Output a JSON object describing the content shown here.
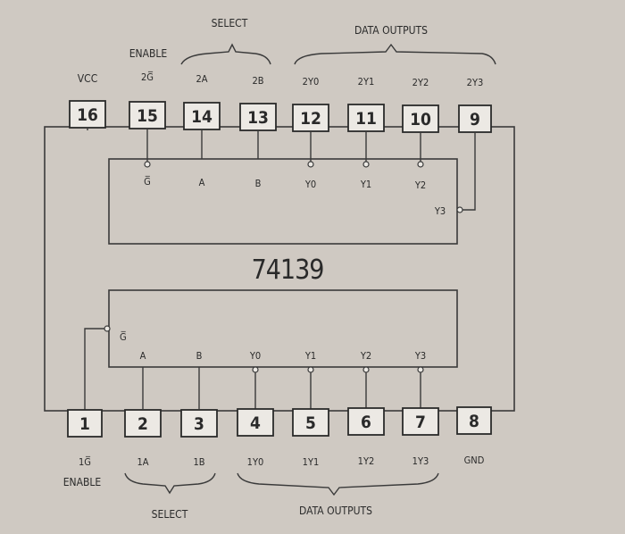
{
  "chip_label": "74139",
  "top": {
    "group_select": "SELECT",
    "group_data_outputs": "DATA OUTPUTS",
    "enable_label": "ENABLE",
    "vcc_label": "VCC",
    "pins": [
      {
        "num": "16",
        "signal": ""
      },
      {
        "num": "15",
        "signal": "2G̅"
      },
      {
        "num": "14",
        "signal": "2A"
      },
      {
        "num": "13",
        "signal": "2B"
      },
      {
        "num": "12",
        "signal": "2Y0"
      },
      {
        "num": "11",
        "signal": "2Y1"
      },
      {
        "num": "10",
        "signal": "2Y2"
      },
      {
        "num": "9",
        "signal": "2Y3"
      }
    ]
  },
  "bottom": {
    "group_select": "SELECT",
    "group_data_outputs": "DATA OUTPUTS",
    "enable_label": "ENABLE",
    "pins": [
      {
        "num": "1",
        "signal": "1G̅"
      },
      {
        "num": "2",
        "signal": "1A"
      },
      {
        "num": "3",
        "signal": "1B"
      },
      {
        "num": "4",
        "signal": "1Y0"
      },
      {
        "num": "5",
        "signal": "1Y1"
      },
      {
        "num": "6",
        "signal": "1Y2"
      },
      {
        "num": "7",
        "signal": "1Y3"
      },
      {
        "num": "8",
        "signal": "GND"
      }
    ]
  },
  "upper_decoder": {
    "inputs": [
      "G̅",
      "A",
      "B"
    ],
    "outputs": [
      "Y0",
      "Y1",
      "Y2",
      "Y3"
    ]
  },
  "lower_decoder": {
    "inputs": [
      "G̅",
      "A",
      "B"
    ],
    "outputs": [
      "Y0",
      "Y1",
      "Y2",
      "Y3"
    ]
  }
}
